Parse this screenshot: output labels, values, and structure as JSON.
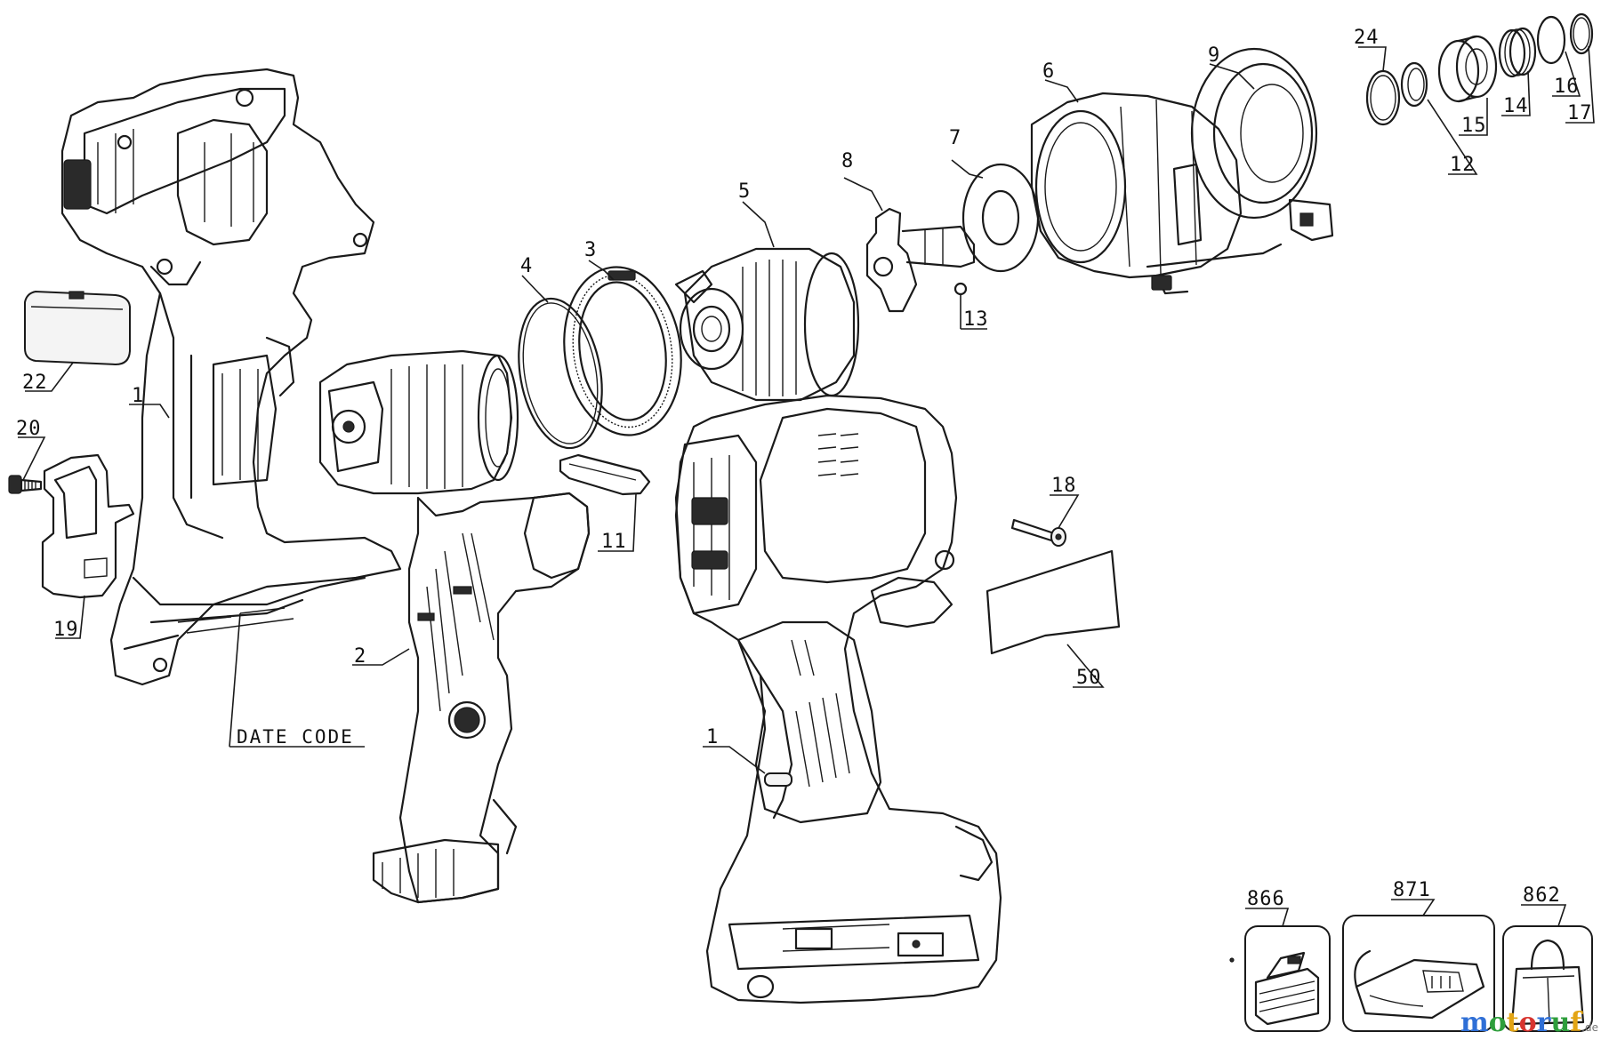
{
  "diagram": {
    "callouts": {
      "c1_left": "1",
      "c1_right": "1",
      "c2": "2",
      "c3": "3",
      "c4": "4",
      "c5": "5",
      "c6": "6",
      "c7": "7",
      "c8": "8",
      "c9": "9",
      "c11": "11",
      "c12": "12",
      "c13": "13",
      "c14": "14",
      "c15": "15",
      "c16": "16",
      "c17": "17",
      "c18": "18",
      "c19": "19",
      "c20": "20",
      "c22": "22",
      "c24": "24",
      "c50": "50",
      "date_code": "DATE CODE",
      "c866": "866",
      "c871": "871",
      "c862": "862"
    },
    "watermark": {
      "letters": [
        "m",
        "o",
        "t",
        "o",
        "r",
        "u",
        "f"
      ],
      "letter_colors": [
        "#2f6fd6",
        "#2e9e3c",
        "#e3a514",
        "#d8342f",
        "#2f6fd6",
        "#2e9e3c",
        "#e3a514"
      ],
      "suffix": ".de"
    }
  }
}
